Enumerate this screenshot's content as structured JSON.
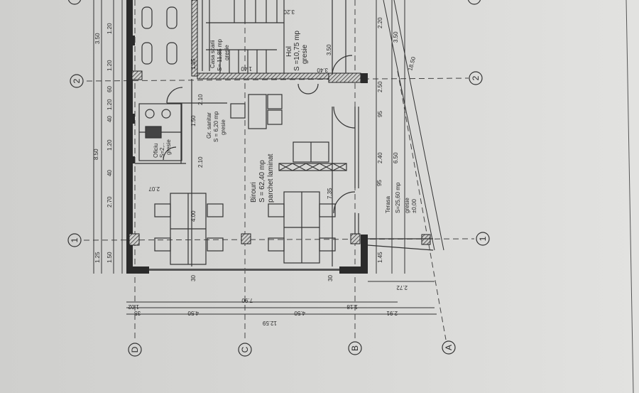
{
  "axes": {
    "horizontal": [
      "1",
      "2"
    ],
    "vertical": [
      "A",
      "B",
      "C",
      "D"
    ]
  },
  "rooms": [
    {
      "name": "Hol",
      "area": "S =10,75 mp",
      "floor": "gresie"
    },
    {
      "name": "Casa scarii",
      "area": "S= 11,85 mp",
      "floor": "gresie"
    },
    {
      "name": "Gr. sanitar",
      "area": "S = 6,20 mp",
      "floor": "gresie"
    },
    {
      "name": "Oficiu",
      "area": "S=2,..",
      "floor": "gresie"
    },
    {
      "name": "Birouri",
      "area": "S = 62,40 mp",
      "floor": "parchet laminat"
    },
    {
      "name": "Terasa",
      "area": "S=25,60 mp",
      "floor": "gresie",
      "level": "±0,00"
    }
  ],
  "dimensions": {
    "left_overall": "8.50",
    "left_parts": [
      "3.50",
      "1.25",
      "1.50"
    ],
    "left_detail": [
      "1.20",
      "1.20",
      "1.20",
      "2.70",
      "1.20",
      "40",
      "40",
      "60"
    ],
    "bottom_overall": "12.59",
    "bottom_parts": [
      "4.50",
      "4.50",
      "2.91",
      "35"
    ],
    "bottom_openings": [
      "1.02",
      "7.90",
      "1.18"
    ],
    "terrace_width": "2.72",
    "right": [
      "2.40",
      "95",
      "95",
      "1.45",
      "6.50",
      "2.20",
      "2.50",
      "3.50",
      "18.50"
    ],
    "interior": [
      "3.20",
      "3.40",
      "3.50",
      "1.40",
      "2.10",
      "2.10",
      "4.00",
      "2.07",
      "7.35",
      "1.50",
      "1.35",
      "30",
      "30"
    ]
  }
}
